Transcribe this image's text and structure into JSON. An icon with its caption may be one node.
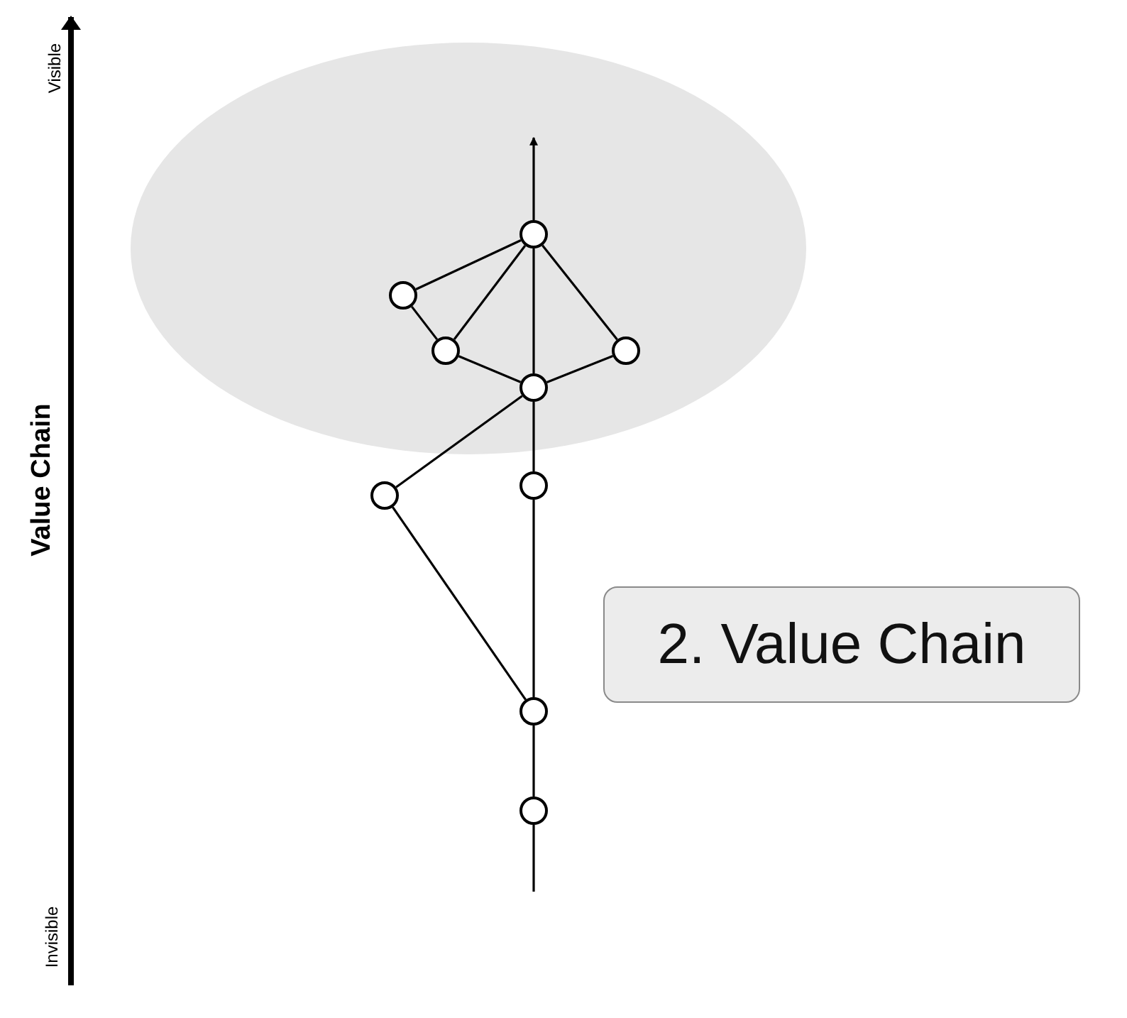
{
  "diagram": {
    "nodes": [
      {
        "text": [],
        "shape": "circle"
      },
      {
        "text": [],
        "shape": "circle"
      },
      {
        "text": [],
        "shape": "circle"
      },
      {
        "text": [],
        "shape": "circle"
      },
      {
        "text": [],
        "shape": "circle"
      },
      {
        "text": [],
        "shape": "circle"
      },
      {
        "text": [],
        "shape": "circle"
      },
      {
        "text": [
          "2. Value Chain"
        ]
      },
      {
        "text": [],
        "shape": "circle"
      },
      {
        "text": [],
        "shape": "circle"
      }
    ],
    "edges": [
      {
        "from": 0,
        "to": 1,
        "arrow": "none"
      },
      {
        "from": 0,
        "to": 2,
        "arrow": "none"
      },
      {
        "from": 0,
        "to": 3,
        "arrow": "none"
      },
      {
        "from": 1,
        "to": 2,
        "arrow": "none"
      },
      {
        "from": 2,
        "to": 4,
        "arrow": "none"
      },
      {
        "from": 3,
        "to": 4,
        "arrow": "none"
      },
      {
        "from": 4,
        "to": 6,
        "arrow": "none"
      },
      {
        "from": 6,
        "to": 8,
        "arrow": "none"
      },
      {
        "from": null,
        "to": 9,
        "arrow": "none"
      },
      {
        "from": 9,
        "to": 8,
        "arrow": "none"
      },
      {
        "from": 8,
        "to": 5,
        "arrow": "none"
      },
      {
        "from": 5,
        "to": 4,
        "arrow": "none"
      },
      {
        "from": 4,
        "to": 0,
        "arrow": "none"
      },
      {
        "from": 0,
        "to": null,
        "arrow": "to"
      }
    ],
    "labels": [
      "Visible",
      "Value Chain",
      "Invisible"
    ]
  }
}
